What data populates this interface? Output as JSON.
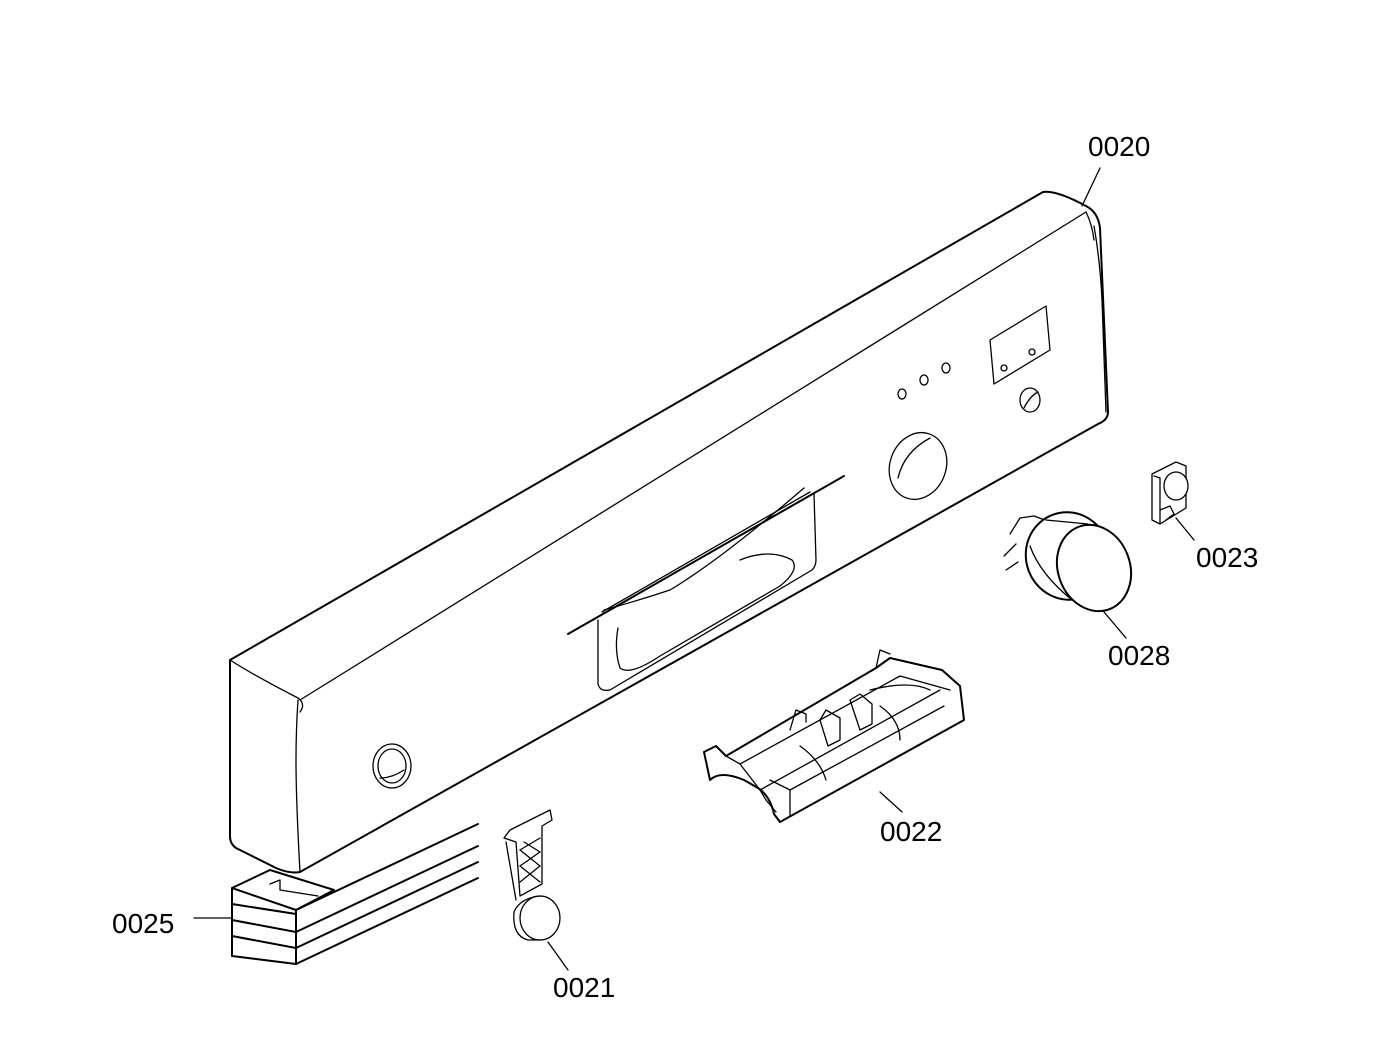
{
  "labels": {
    "p0020": "0020",
    "p0021": "0021",
    "p0022": "0022",
    "p0023": "0023",
    "p0025": "0025",
    "p0028": "0028"
  }
}
